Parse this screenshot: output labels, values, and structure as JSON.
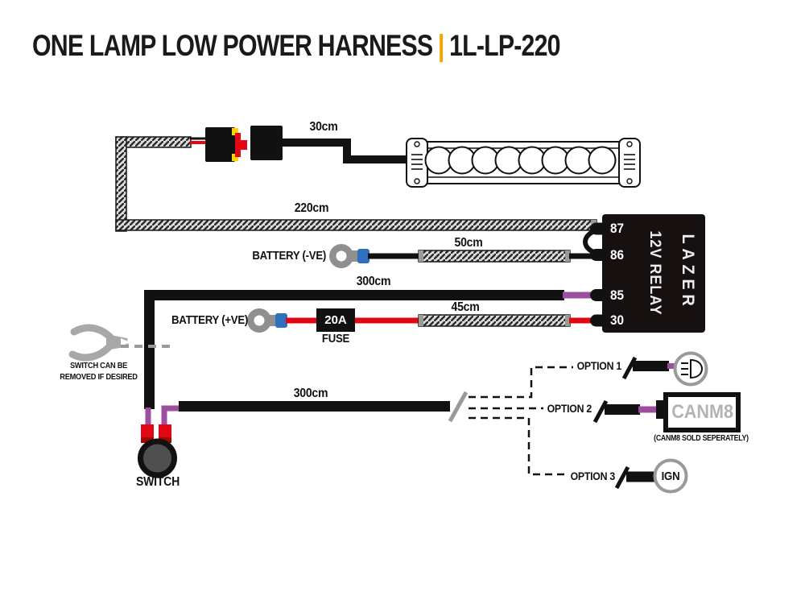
{
  "title": {
    "main": "ONE LAMP LOW POWER HARNESS",
    "separator": "|",
    "code": "1L-LP-220"
  },
  "colors": {
    "accent_yellow": "#F0A800",
    "wire_red": "#E30613",
    "wire_purple": "#9B4F9E",
    "crimp_blue": "#2E6FC0",
    "terminal_gray": "#8F8F8F",
    "relay_black": "#171010",
    "wire_black": "#111111",
    "braid_gray": "#9A9A9A"
  },
  "lengths": {
    "lamp_wire": "30cm",
    "main_harness": "220cm",
    "ground_braid": "50cm",
    "relay_wire": "300cm",
    "power_braid": "45cm",
    "switch_wire": "300cm"
  },
  "battery": {
    "negative_label": "BATTERY (-VE)",
    "positive_label": "BATTERY (+VE)"
  },
  "fuse": {
    "rating": "20A",
    "label": "FUSE"
  },
  "relay": {
    "brand": "LAZER",
    "label": "12V RELAY",
    "pins": [
      "87",
      "86",
      "85",
      "30"
    ]
  },
  "switch": {
    "label": "SWITCH",
    "note_line1": "SWITCH CAN BE",
    "note_line2": "REMOVED IF DESIRED"
  },
  "options": {
    "option1": {
      "label": "OPTION 1",
      "icon": "headlight-beam-icon"
    },
    "option2": {
      "label": "OPTION 2",
      "device": "CANM8",
      "note": "(CANM8 SOLD SEPERATELY)"
    },
    "option3": {
      "label": "OPTION 3",
      "terminal": "IGN"
    }
  },
  "lamp": {
    "reflector_count": 8
  }
}
